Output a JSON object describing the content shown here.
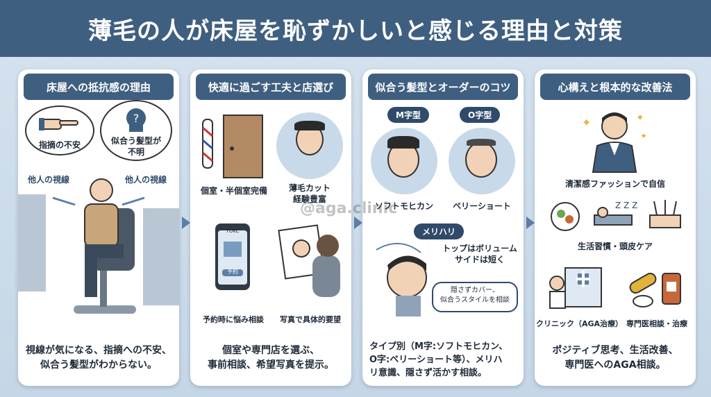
{
  "title": "薄毛の人が床屋を恥ずかしいと感じる理由と対策",
  "watermark": "@aga.clinic",
  "panels": [
    {
      "heading": "床屋への抵抗感の理由",
      "labels": {
        "bubble1": "指摘の不安",
        "bubble2": "似合う髪型が\n不明",
        "gaze_left": "他人の視線",
        "gaze_right": "他人の視線"
      },
      "footer": "視線が気になる、指摘への不安、\n似合う髪型がわからない。"
    },
    {
      "heading": "快適に過ごす工夫と店選び",
      "labels": {
        "room": "個室・半個室完備",
        "barber": "薄毛カット\n経験豊富",
        "phone_brand": "TOKC",
        "phone_button": "予約",
        "consult": "予約時に悩み相談",
        "photo": "写真で具体的要望"
      },
      "footer": "個室や専門店を選ぶ、\n事前相談、希望写真を提示。"
    },
    {
      "heading": "似合う髪型とオーダーのコツ",
      "labels": {
        "m_type": "M字型",
        "o_type": "O字型",
        "m_style": "ソフトモヒカン",
        "o_style": "ベリーショート",
        "contrast": "メリハリ",
        "tip": "トップはボリューム\nサイドは短く",
        "speech": "隠さずカバー、\n似合うスタイルを相談"
      },
      "footer": "タイプ別（M字:ソフトモヒカン、\nO字:ベリーショート等）、メリハ\nリ意識、隠さず活かす相談。"
    },
    {
      "heading": "心構えと根本的な改善法",
      "labels": {
        "fashion": "清潔感ファッションで自信",
        "life": "生活習慣・頭皮ケア",
        "clinic": "クリニック（AGA治療）",
        "specialist": "専門医相談・治療"
      },
      "footer": "ポジティブ思考、生活改善、\n専門医へのAGA相談。"
    }
  ],
  "colors": {
    "header": "#3f5f80",
    "background": "#c9d9e8",
    "panel": "#ffffff",
    "accent": "#5b7fa6"
  }
}
